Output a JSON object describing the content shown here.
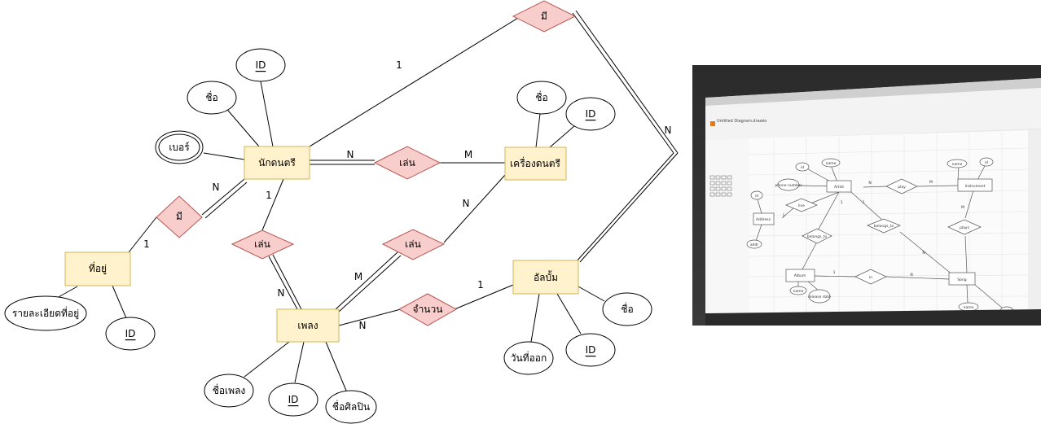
{
  "diagram": {
    "entities": {
      "musician": "นักดนตรี",
      "instrument": "เครื่องดนตรี",
      "address": "ที่อยู่",
      "song": "เพลง",
      "album": "อัลบั้ม"
    },
    "relationships": {
      "has_top": "มี",
      "plays_instr": "เล่น",
      "has_left": "มี",
      "plays_left": "เล่น",
      "plays_mid": "เล่น",
      "count": "จำนวน"
    },
    "attributes": {
      "musician_id": "ID",
      "musician_name": "ชื่อ",
      "musician_phone": "เบอร์",
      "instrument_name": "ชื่อ",
      "instrument_id": "ID",
      "address_detail": "รายละเอียดที่อยู่",
      "address_id": "ID",
      "song_name": "ชื่อเพลง",
      "song_id": "ID",
      "song_artist": "ชื่อศิลปิน",
      "album_date": "วันที่ออก",
      "album_id": "ID",
      "album_name": "ชื่อ"
    },
    "cardinalities": {
      "top_1": "1",
      "top_n": "N",
      "instr_n": "N",
      "instr_m": "M",
      "addr_n": "N",
      "addr_1": "1",
      "musician_song_1": "1",
      "musician_song_n": "N",
      "mid_n": "N",
      "mid_m": "M",
      "count_n": "N",
      "count_1": "1"
    }
  },
  "photo": {
    "app_title": "Untitled Diagram.drawio",
    "entities": [
      "Artist",
      "Instrument",
      "Address",
      "Album",
      "Song"
    ],
    "relationships": [
      "play",
      "live",
      "belongs_to",
      "belongs_to",
      "plays",
      "in"
    ],
    "attributes": [
      "id",
      "name",
      "phone number",
      "name",
      "id",
      "id",
      "addr",
      "name",
      "release date",
      "name",
      "id"
    ],
    "cardinalities": [
      "N",
      "M",
      "1",
      "1",
      "1",
      "M",
      "N",
      "1",
      "N"
    ]
  }
}
